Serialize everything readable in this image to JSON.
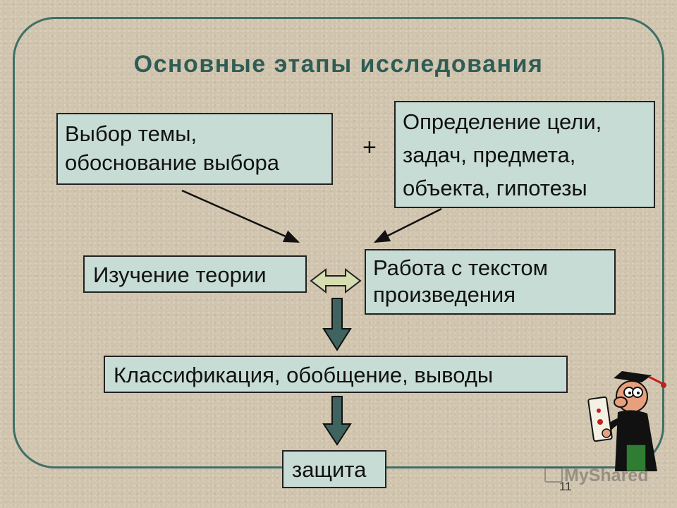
{
  "title": "Основные этапы исследования",
  "boxes": {
    "topic": "Выбор темы, обоснование выбора",
    "goal": "Определение цели, задач, предмета, объекта, гипотезы",
    "theory": "Изучение теории",
    "text_work": "Работа с текстом произведения",
    "classify": "Классификация, обобщение, выводы",
    "defense": "защита"
  },
  "plus_sign": "+",
  "watermark": "MyShared",
  "page_number": "11",
  "colors": {
    "background": "#cfc3ac",
    "frame": "#3f6f66",
    "title": "#2f5d56",
    "box_fill": "#c6dcd4",
    "down_arrow": "#3f6460",
    "double_arrow": "#d6ddb0"
  }
}
